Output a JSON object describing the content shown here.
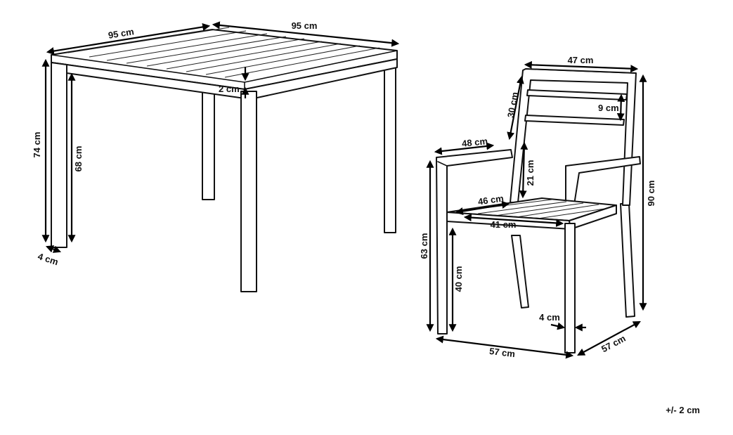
{
  "colors": {
    "ink": "#111111",
    "background": "#ffffff"
  },
  "table": {
    "top_width_left": "95 cm",
    "top_width_right": "95 cm",
    "top_thickness": "2 cm",
    "total_height": "74 cm",
    "leg_height": "68 cm",
    "leg_width": "4 cm"
  },
  "chair": {
    "backrest_width": "47 cm",
    "backrest_height": "30 cm",
    "slat_width": "9 cm",
    "armrest_depth": "48 cm",
    "armrest_to_seat": "21 cm",
    "seat_depth": "46 cm",
    "seat_width": "41 cm",
    "total_height": "90 cm",
    "armrest_height": "63 cm",
    "seat_height": "40 cm",
    "leg_width": "4 cm",
    "base_width": "57 cm",
    "base_depth": "57 cm"
  },
  "tolerance": "+/- 2 cm"
}
